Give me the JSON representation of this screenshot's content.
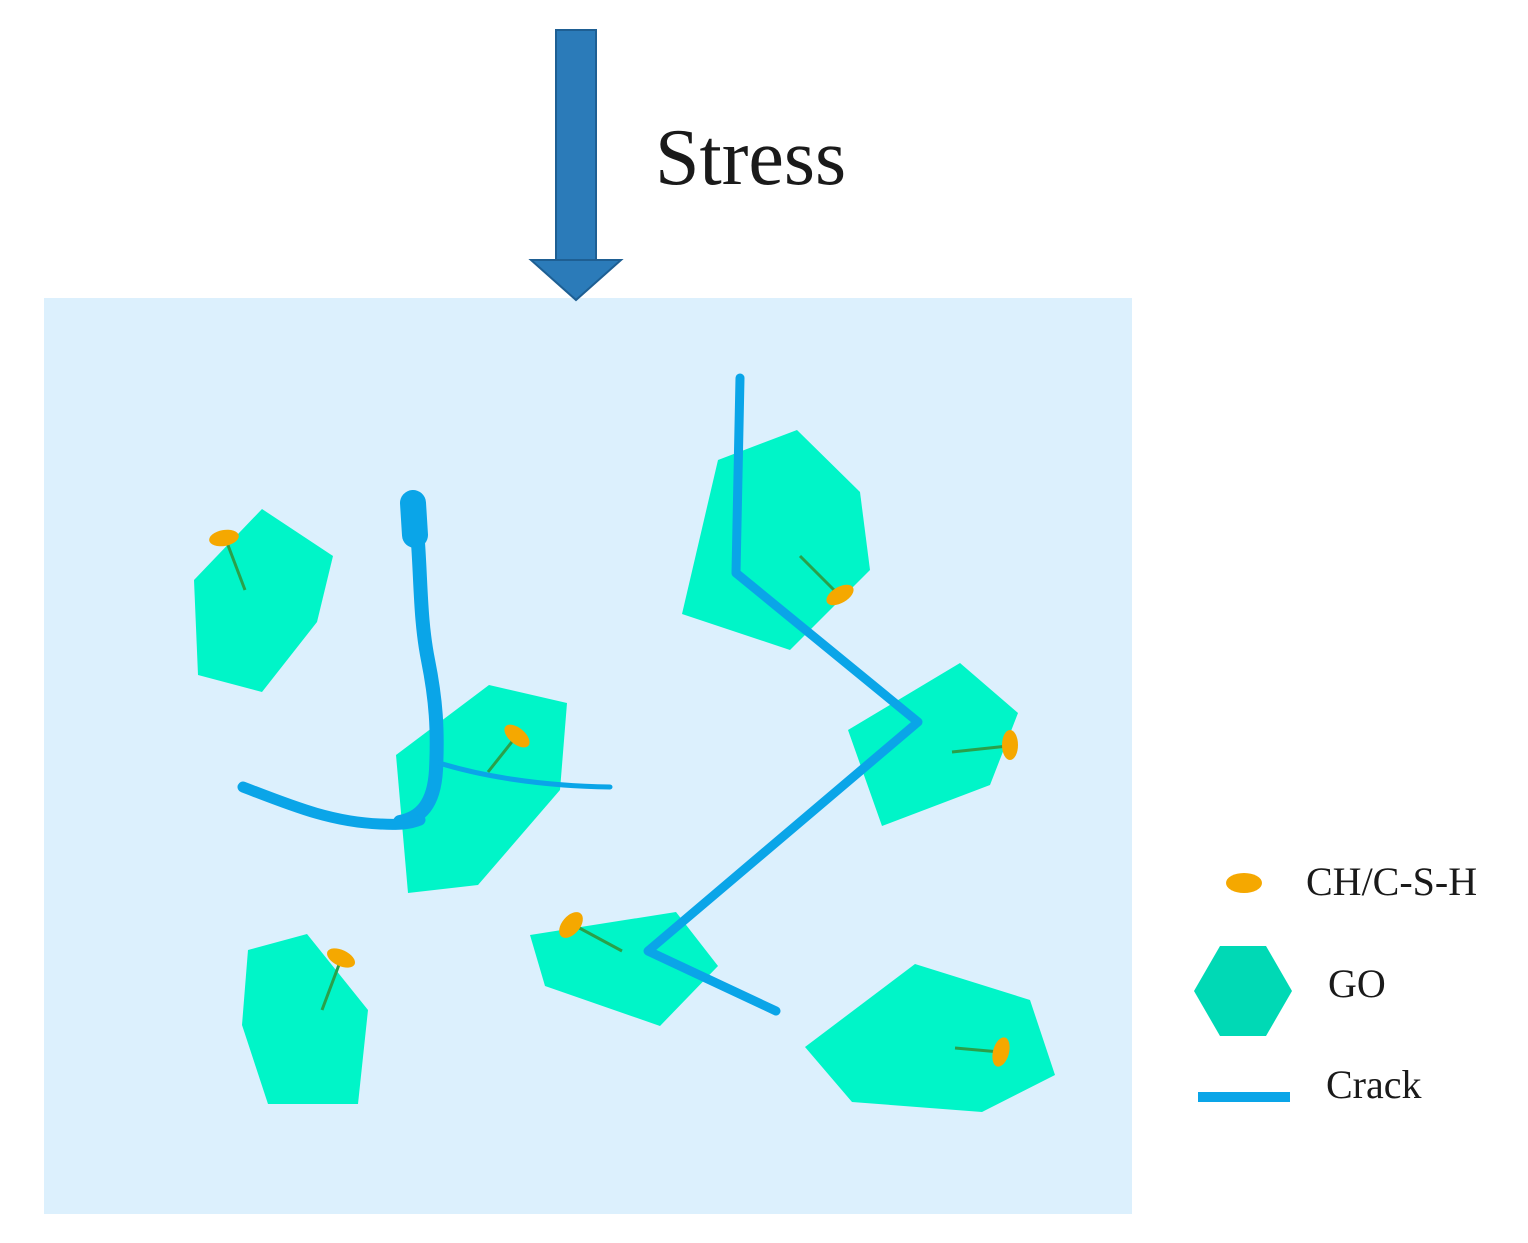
{
  "stress": {
    "label": "Stress",
    "arrow_color": "#2b7bb9",
    "arrow_edge_color": "#1e5f93"
  },
  "matrix": {
    "color": "#dcf0fd"
  },
  "legend": {
    "items": [
      {
        "key": "chcsh",
        "label": "CH/C-S-H",
        "icon": "orange-ellipse-icon",
        "color": "#f5a800"
      },
      {
        "key": "go",
        "label": "GO",
        "icon": "hexagon-icon",
        "color": "#00d9b5"
      },
      {
        "key": "crack",
        "label": "Crack",
        "icon": "blue-line-icon",
        "color": "#0aa5e8"
      }
    ]
  },
  "colors": {
    "go_flake": "#00f5c8",
    "crack": "#0aa5e8",
    "particle": "#f5a800",
    "tether": "#2aa04a"
  }
}
